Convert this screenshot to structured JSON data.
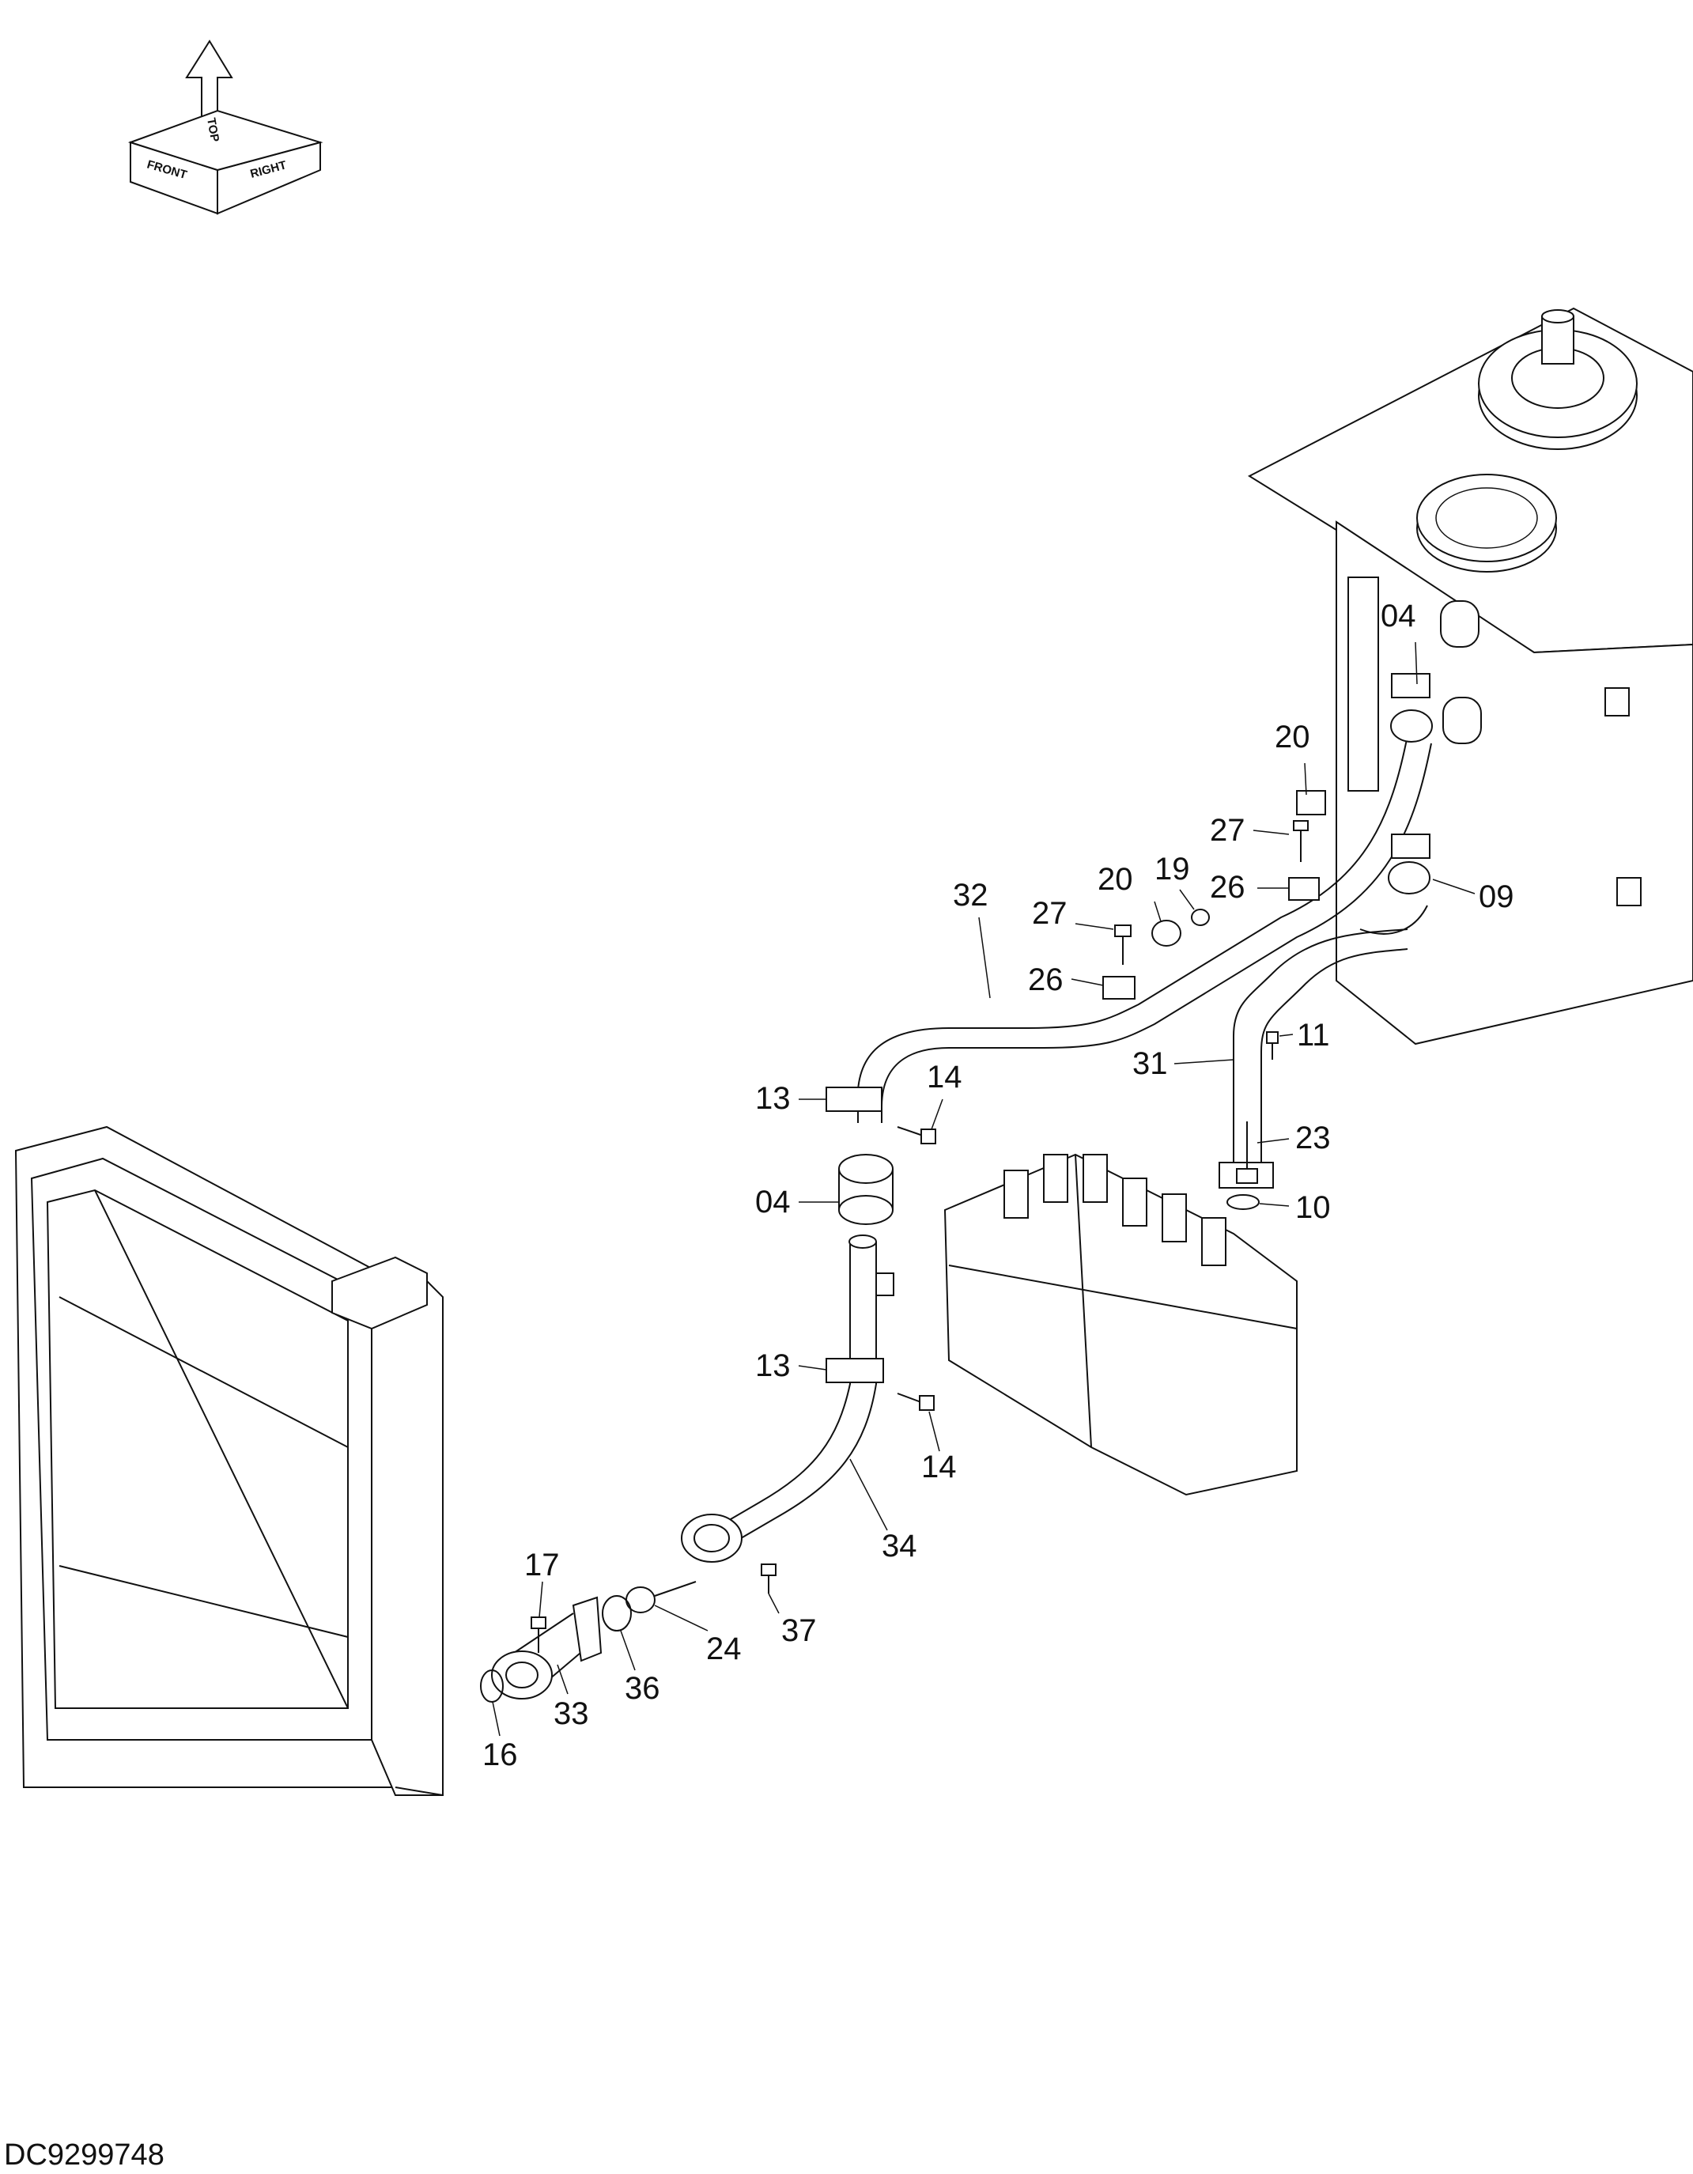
{
  "compass": {
    "front": "FRONT",
    "top": "TOP",
    "right": "RIGHT"
  },
  "callouts": [
    {
      "id": "c-04-top",
      "text": "04"
    },
    {
      "id": "c-20-top",
      "text": "20"
    },
    {
      "id": "c-27-top",
      "text": "27"
    },
    {
      "id": "c-26-top",
      "text": "26"
    },
    {
      "id": "c-09",
      "text": "09"
    },
    {
      "id": "c-32",
      "text": "32"
    },
    {
      "id": "c-20-mid",
      "text": "20"
    },
    {
      "id": "c-19",
      "text": "19"
    },
    {
      "id": "c-27-mid",
      "text": "27"
    },
    {
      "id": "c-26-mid",
      "text": "26"
    },
    {
      "id": "c-11",
      "text": "11"
    },
    {
      "id": "c-31",
      "text": "31"
    },
    {
      "id": "c-13-top",
      "text": "13"
    },
    {
      "id": "c-14-top",
      "text": "14"
    },
    {
      "id": "c-23",
      "text": "23"
    },
    {
      "id": "c-04-mid",
      "text": "04"
    },
    {
      "id": "c-10",
      "text": "10"
    },
    {
      "id": "c-13-bot",
      "text": "13"
    },
    {
      "id": "c-14-bot",
      "text": "14"
    },
    {
      "id": "c-34",
      "text": "34"
    },
    {
      "id": "c-17",
      "text": "17"
    },
    {
      "id": "c-37",
      "text": "37"
    },
    {
      "id": "c-24",
      "text": "24"
    },
    {
      "id": "c-36",
      "text": "36"
    },
    {
      "id": "c-33",
      "text": "33"
    },
    {
      "id": "c-16",
      "text": "16"
    }
  ],
  "drawing_number": "DC9299748"
}
